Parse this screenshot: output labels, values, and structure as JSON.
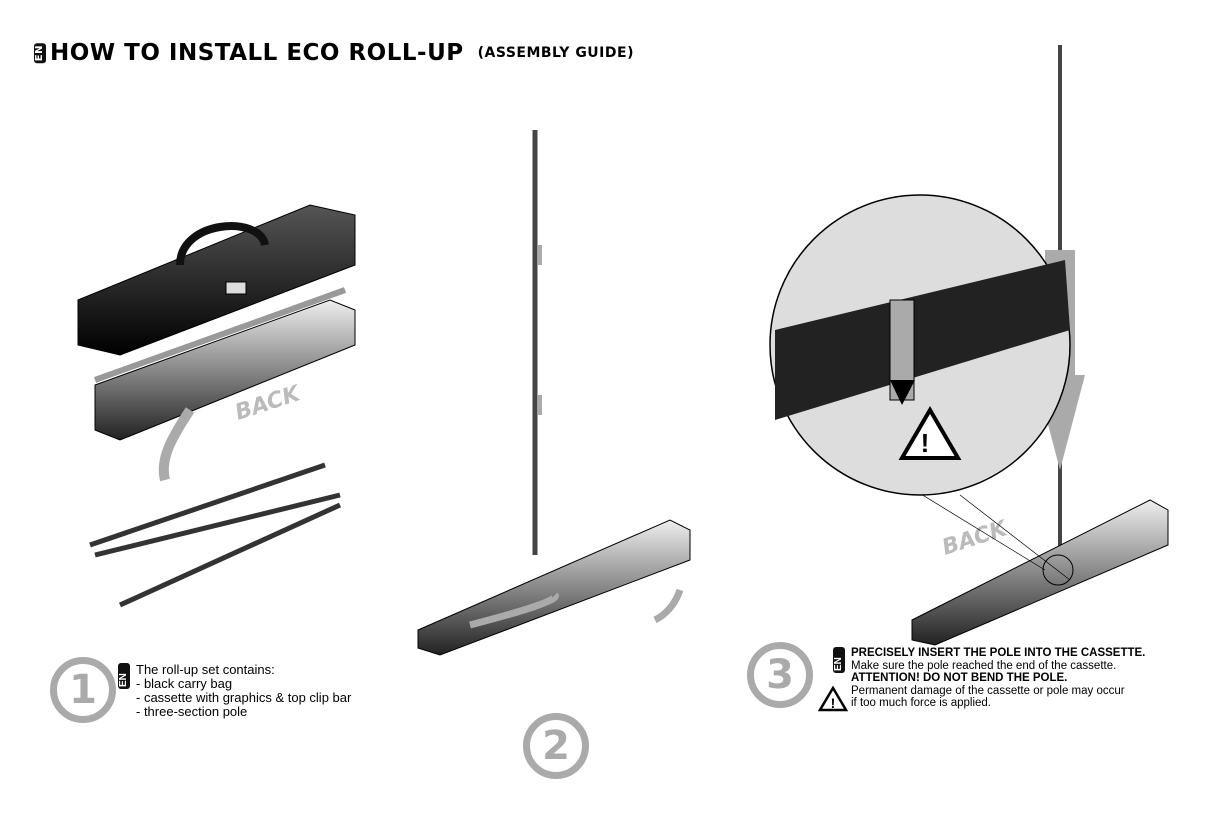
{
  "title": {
    "lang": "EN",
    "main": "HOW TO INSTALL ECO ROLL-UP",
    "sub": "(ASSEMBLY GUIDE)"
  },
  "step1": {
    "number": "1",
    "lang": "EN",
    "heading": "The roll-up set contains:",
    "items": [
      "- black carry bag",
      "- cassette with graphics & top clip bar",
      "- three-section pole"
    ],
    "back_label": "BACK"
  },
  "step2": {
    "number": "2"
  },
  "step3": {
    "number": "3",
    "lang": "EN",
    "line1": "PRECISELY INSERT THE POLE INTO THE CASSETTE.",
    "line2": "Make sure the pole reached the end of the cassette.",
    "line3": "ATTENTION! DO NOT BEND THE POLE.",
    "line4": "Permanent damage of the cassette or pole may occur",
    "line5": "if too much force is applied.",
    "back_label": "BACK"
  }
}
